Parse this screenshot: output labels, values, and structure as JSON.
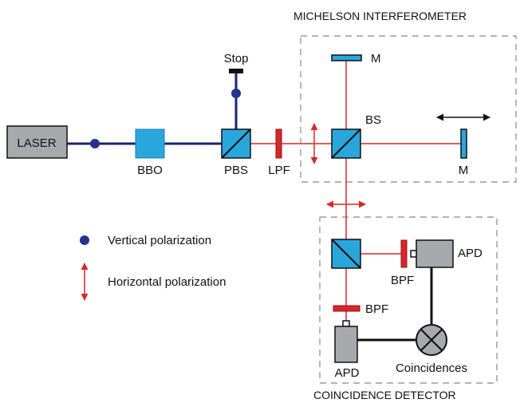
{
  "labels": {
    "michelson_title": "MICHELSON INTERFEROMETER",
    "coincidence_title": "COINCIDENCE DETECTOR",
    "laser": "LASER",
    "bbo": "BBO",
    "pbs": "PBS",
    "lpf": "LPF",
    "stop": "Stop",
    "bs": "BS",
    "mirror_top": "M",
    "mirror_right": "M",
    "apd_right": "APD",
    "apd_bottom": "APD",
    "bpf_right": "BPF",
    "bpf_bottom": "BPF",
    "coincidences": "Coincidences"
  },
  "legend": {
    "vertical": "Vertical polarization",
    "horizontal": "Horizontal polarization"
  },
  "colors": {
    "pump_beam": "#1c2372",
    "signal_beam": "#d9262b",
    "component_blue": "#29a7dc",
    "filter_red": "#d9262b",
    "detector_gray": "#a7a9ac",
    "frame": "#888888",
    "dot": "#24338f"
  }
}
